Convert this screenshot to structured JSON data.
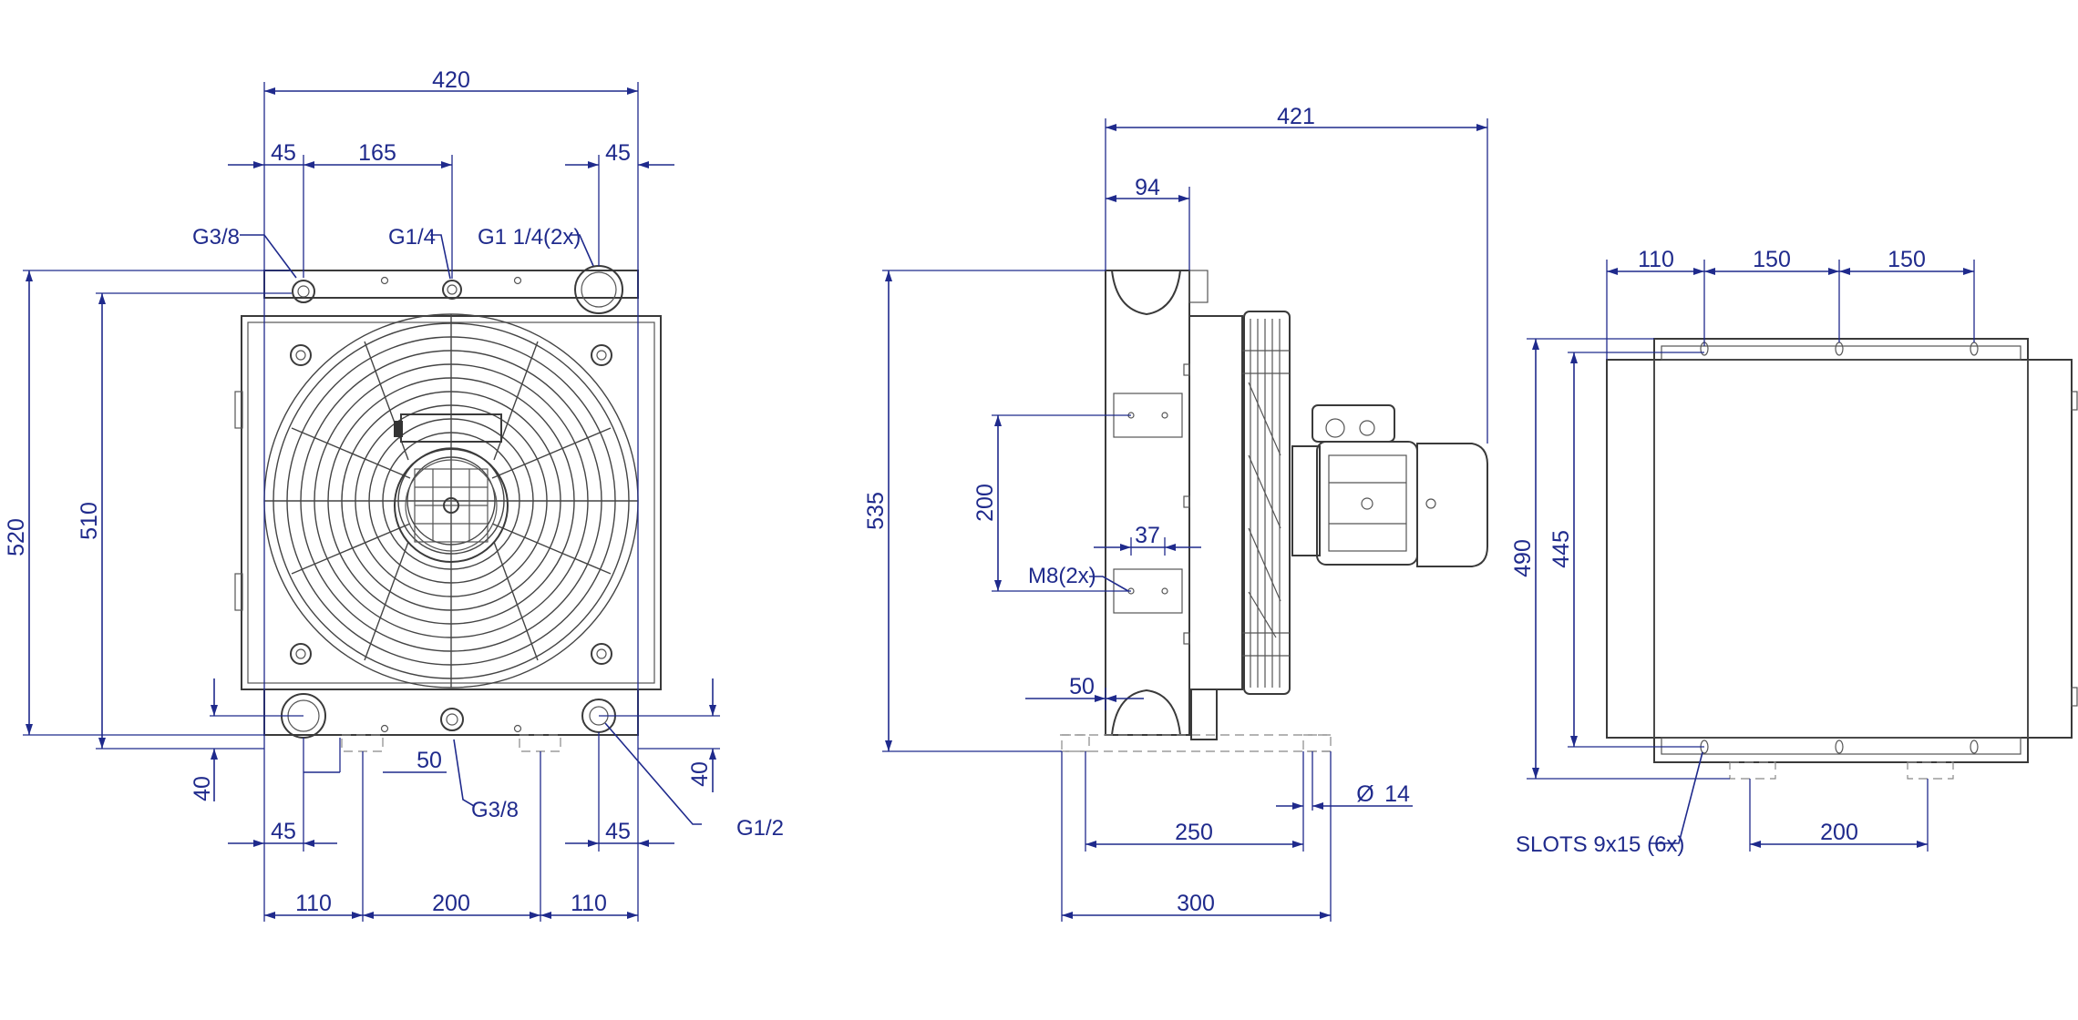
{
  "colors": {
    "dimension": "#1f2a8c",
    "outline": "#3a3a3a",
    "background": "#ffffff"
  },
  "front_view": {
    "dims": {
      "overall_width": "420",
      "left_offset": "45",
      "port_spacing": "165",
      "right_offset": "45",
      "overall_height": "520",
      "inner_height": "510",
      "bottom_offset": "40",
      "bottom_port_50": "50",
      "bottom_left_45": "45",
      "bottom_right_45": "45",
      "foot_left": "110",
      "foot_span": "200",
      "foot_right": "110",
      "right_40": "40"
    },
    "callouts": {
      "g38_top": "G3/8",
      "g14_top": "G1/4",
      "g1_1_4": "G1 1/4(2x)",
      "g38_bottom": "G3/8",
      "g12": "G1/2"
    }
  },
  "side_view": {
    "dims": {
      "overall_depth": "421",
      "core_depth": "94",
      "height": "535",
      "slot_spacing": "200",
      "bolt_offset": "37",
      "bottom_50": "50",
      "foot_250": "250",
      "foot_300": "300",
      "diameter_value": "14",
      "diameter_symbol": "Ø"
    },
    "callouts": {
      "m8": "M8(2x)"
    }
  },
  "top_view": {
    "dims": {
      "top_110": "110",
      "top_150a": "150",
      "top_150b": "150",
      "height_490": "490",
      "height_445": "445",
      "bottom_200": "200"
    },
    "callouts": {
      "slots": "SLOTS 9x15 (6x)"
    }
  }
}
